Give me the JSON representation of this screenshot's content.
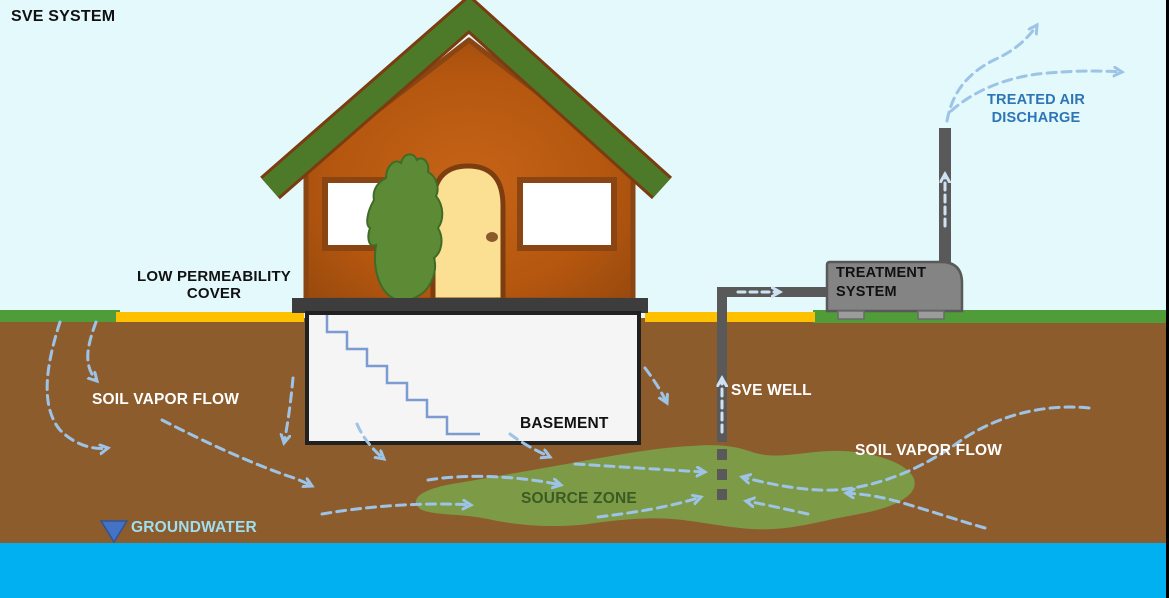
{
  "title": "SVE SYSTEM",
  "labels": {
    "sve_system": "SVE SYSTEM",
    "low_permeability_cover": "LOW PERMEABILITY COVER",
    "soil_vapor_flow_left": "SOIL VAPOR FLOW",
    "basement": "BASEMENT",
    "sve_well": "SVE WELL",
    "source_zone": "SOURCE ZONE",
    "soil_vapor_flow_right": "SOIL VAPOR FLOW",
    "groundwater": "GROUNDWATER",
    "treatment_system": "TREATMENT SYSTEM",
    "treated_air_discharge": "TREATED AIR DISCHARGE"
  },
  "colors": {
    "sky": "#e3f9fc",
    "soil": "#8d5c2d",
    "groundwater_water": "#00b0f0",
    "grass": "#4f9c39",
    "low_permeability_cover": "#ffc000",
    "source_zone": "#7d9c48",
    "vapor_arrow": "#9dc3e6",
    "pipe": "#595959",
    "treatment_box": "#848484",
    "roof": "#4d7a28",
    "house_wall": "#b85a12",
    "door": "#fbdf92",
    "basement_fill": "#f5f5f5",
    "treated_air_text": "#2e75b6",
    "groundwater_text": "#9edff2",
    "source_zone_text": "#3a5b22"
  }
}
